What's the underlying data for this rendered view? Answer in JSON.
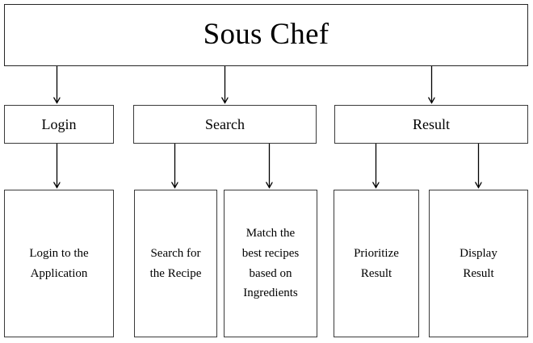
{
  "diagram": {
    "title": "Sous Chef",
    "root": {
      "id": "root",
      "label": "Sous Chef"
    },
    "level2": [
      {
        "id": "login",
        "label": "Login"
      },
      {
        "id": "search",
        "label": "Search"
      },
      {
        "id": "result",
        "label": "Result"
      }
    ],
    "level3": [
      {
        "id": "login-app",
        "parent": "login",
        "label": "Login to the\nApplication"
      },
      {
        "id": "search-rec",
        "parent": "search",
        "label": "Search for\nthe Recipe"
      },
      {
        "id": "match-rec",
        "parent": "search",
        "label": "Match the\nbest recipes\nbased on\nIngredients"
      },
      {
        "id": "prioritize",
        "parent": "result",
        "label": "Prioritize\nResult"
      },
      {
        "id": "display",
        "parent": "result",
        "label": "Display\nResult"
      }
    ],
    "edges": [
      {
        "from": "root",
        "to": "login"
      },
      {
        "from": "root",
        "to": "search"
      },
      {
        "from": "root",
        "to": "result"
      },
      {
        "from": "login",
        "to": "login-app"
      },
      {
        "from": "search",
        "to": "search-rec"
      },
      {
        "from": "search",
        "to": "match-rec"
      },
      {
        "from": "result",
        "to": "prioritize"
      },
      {
        "from": "result",
        "to": "display"
      }
    ],
    "style": {
      "background": "#ffffff",
      "box_border": "#3a3a3a",
      "text_color": "#000000",
      "edge_color": "#000000"
    }
  }
}
